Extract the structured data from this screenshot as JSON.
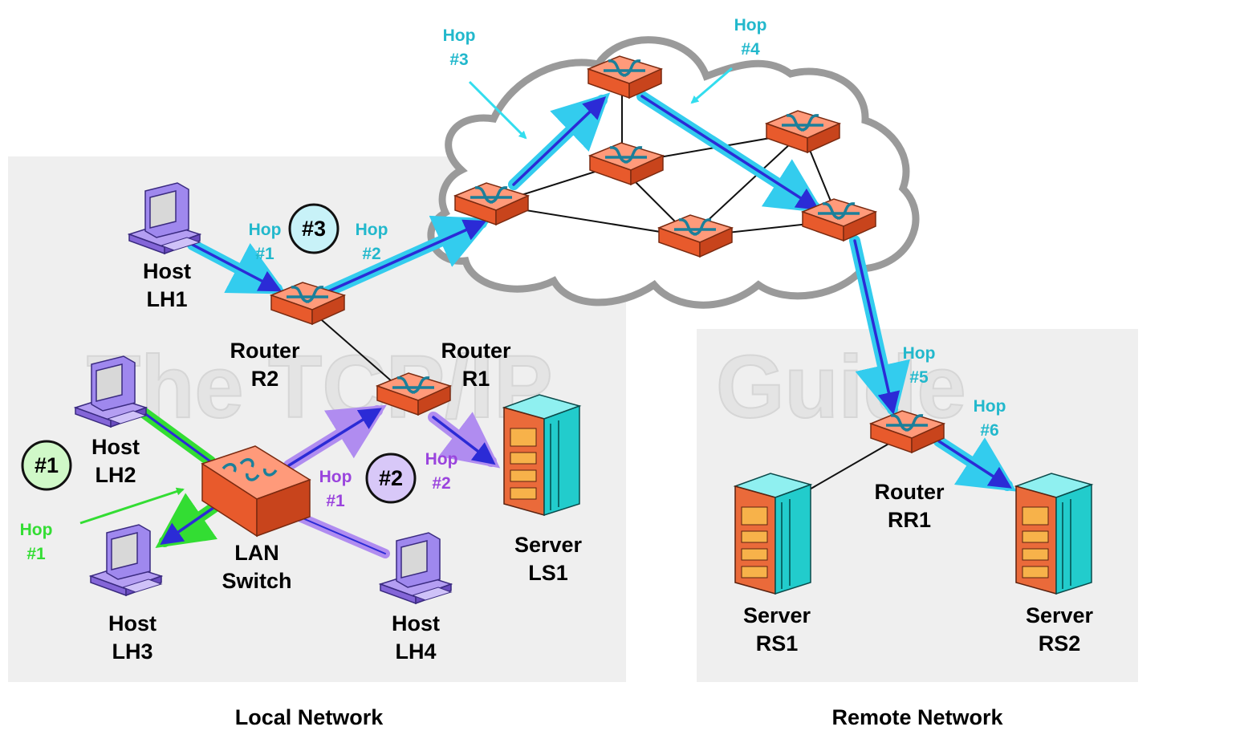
{
  "watermark": {
    "left": "The TCP/IP",
    "right": "Guide"
  },
  "colors": {
    "cyan": "#33ccee",
    "cyan_text": "#22b8cc",
    "blue": "#2b2bd6",
    "green": "#33dd33",
    "purple": "#b08cf0",
    "purple_text": "#9a44dd",
    "router": "#f06a3c",
    "host": "#9a7be6",
    "server": "#2ed6d6",
    "panel": "#efefef"
  },
  "networks": {
    "local": "Local Network",
    "remote": "Remote Network"
  },
  "hosts": {
    "lh1": {
      "line1": "Host",
      "line2": "LH1"
    },
    "lh2": {
      "line1": "Host",
      "line2": "LH2"
    },
    "lh3": {
      "line1": "Host",
      "line2": "LH3"
    },
    "lh4": {
      "line1": "Host",
      "line2": "LH4"
    }
  },
  "routers": {
    "r1": {
      "line1": "Router",
      "line2": "R1"
    },
    "r2": {
      "line1": "Router",
      "line2": "R2"
    },
    "rr1": {
      "line1": "Router",
      "line2": "RR1"
    }
  },
  "switch": {
    "line1": "LAN",
    "line2": "Switch"
  },
  "servers": {
    "ls1": {
      "line1": "Server",
      "line2": "LS1"
    },
    "rs1": {
      "line1": "Server",
      "line2": "RS1"
    },
    "rs2": {
      "line1": "Server",
      "line2": "RS2"
    }
  },
  "badges": {
    "b1": "#1",
    "b2": "#2",
    "b3": "#3"
  },
  "hops": {
    "path3_hop1": {
      "word": "Hop",
      "num": "#1"
    },
    "path3_hop2": {
      "word": "Hop",
      "num": "#2"
    },
    "path3_hop3": {
      "word": "Hop",
      "num": "#3"
    },
    "path3_hop4": {
      "word": "Hop",
      "num": "#4"
    },
    "path3_hop5": {
      "word": "Hop",
      "num": "#5"
    },
    "path3_hop6": {
      "word": "Hop",
      "num": "#6"
    },
    "path2_hop1": {
      "word": "Hop",
      "num": "#1"
    },
    "path2_hop2": {
      "word": "Hop",
      "num": "#2"
    },
    "path1_hop1": {
      "word": "Hop",
      "num": "#1"
    }
  }
}
